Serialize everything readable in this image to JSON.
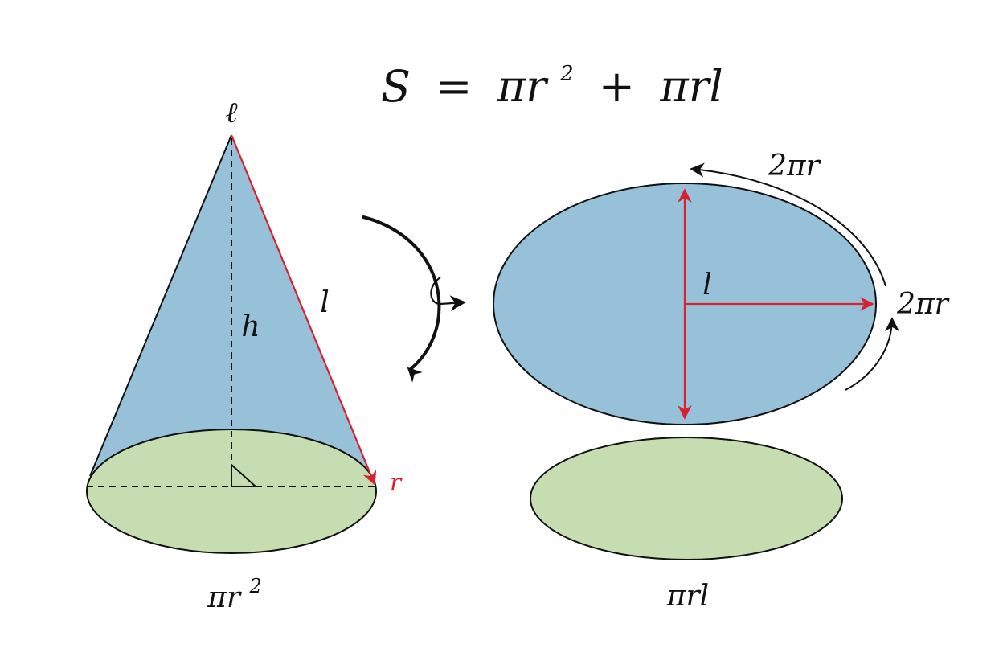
{
  "formula": {
    "lhs": "S",
    "eq": "=",
    "t1_base": "πr",
    "t1_exp": "2",
    "plus": "+",
    "t2": "πrl"
  },
  "cone": {
    "apex_label": "ℓ",
    "height_label": "h",
    "slant_label": "l",
    "radius_label": "r",
    "base_caption_base": "πr",
    "base_caption_exp": "2"
  },
  "net": {
    "radius_label": "l",
    "arc_label_top": "2πr",
    "arc_label_right": "2πr",
    "base_caption": "πrl"
  },
  "colors": {
    "lateral_fill": "#97c1d9",
    "base_fill": "#c5ddb1",
    "accent_red": "#d62230",
    "stroke": "#111111"
  }
}
